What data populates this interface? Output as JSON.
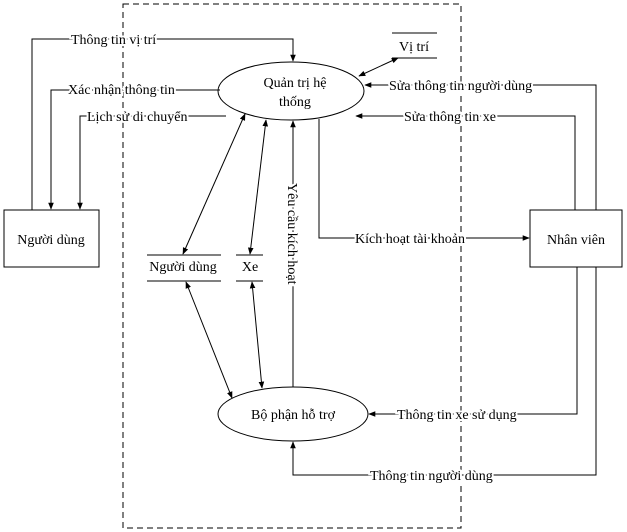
{
  "nodes": {
    "quan_tri": {
      "line1": "Quản trị hệ",
      "line2": "thống"
    },
    "bo_phan": {
      "label": "Bộ phận hỗ trợ"
    },
    "nguoi_dung_entity": {
      "label": "Người dùng"
    },
    "nhan_vien_entity": {
      "label": "Nhân viên"
    }
  },
  "stores": {
    "vi_tri": "Vị trí",
    "nguoi_dung": "Người dùng",
    "xe": "Xe"
  },
  "flows": {
    "thong_tin_vi_tri": "Thông tin vị trí",
    "xac_nhan_thong_tin": "Xác nhận thông tin",
    "lich_su_di_chuyen": "Lịch sử di chuyển",
    "sua_thong_tin_nguoi_dung": "Sửa thông tin người dùng",
    "sua_thong_tin_xe": "Sửa thông tin xe",
    "kich_hoat_tai_khoan": "Kích hoạt tài khoản",
    "yeu_cau_kich_hoat": "Yêu cầu kích hoạt",
    "thong_tin_xe_su_dung": "Thông tin xe sử dụng",
    "thong_tin_nguoi_dung": "Thông tin người dùng"
  }
}
